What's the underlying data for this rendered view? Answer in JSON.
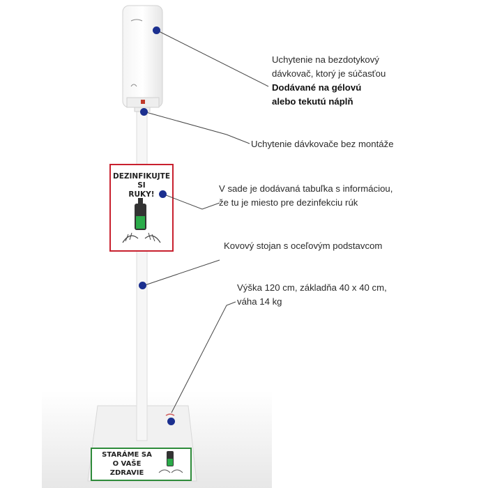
{
  "callouts": [
    {
      "lines": [
        "Uchytenie na bezdotykový",
        "dávkovač, ktorý je súčasťou"
      ],
      "bold_lines": [
        "Dodávané na gélovú",
        "alebo tekutú náplň"
      ]
    },
    {
      "lines": [
        "Uchytenie dávkovače bez montáže"
      ]
    },
    {
      "lines": [
        "V sade je dodávaná tabuľka s informáciou,",
        "že tu je miesto pre dezinfekciu rúk"
      ]
    },
    {
      "lines": [
        "Kovový stojan s oceľovým podstavcom"
      ]
    },
    {
      "lines": [
        "Výška 120 cm, základňa 40 x 40 cm,",
        "váha 14 kg"
      ]
    }
  ],
  "sign": {
    "lines": [
      "DEZINFIKUJTE",
      "SI",
      "RUKY!"
    ]
  },
  "base_sign": {
    "lines": [
      "STARÁME SA",
      "O VAŠE",
      "ZDRAVIE"
    ]
  },
  "colors": {
    "dot": "#1b2f8f",
    "sign_border": "#c8202e",
    "base_border": "#2e8b3a",
    "gel": "#2bab4a"
  }
}
